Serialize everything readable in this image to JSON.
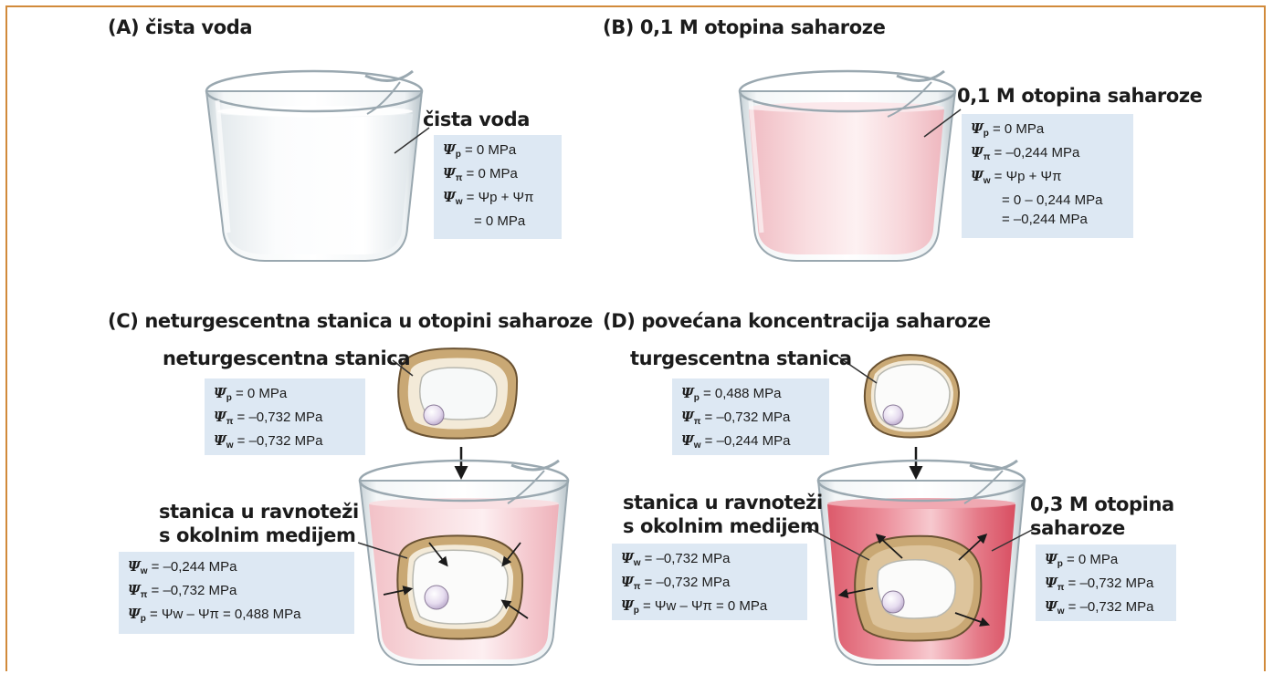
{
  "panels": {
    "A": {
      "title": "(A) čista voda",
      "label": "čista voda",
      "box": [
        {
          "s": "p",
          "t": " = 0 MPa"
        },
        {
          "s": "π",
          "t": " = 0 MPa"
        },
        {
          "s": "w",
          "t": " = Ψp + Ψπ"
        },
        {
          "s": "",
          "t": "= 0 MPa"
        }
      ]
    },
    "B": {
      "title": "(B) 0,1 M otopina saharoze",
      "label": "0,1 M otopina saharoze",
      "box": [
        {
          "s": "p",
          "t": " = 0 MPa"
        },
        {
          "s": "π",
          "t": " = –0,244 MPa"
        },
        {
          "s": "w",
          "t": " = Ψp + Ψπ"
        },
        {
          "s": "",
          "t": "= 0 – 0,244 MPa"
        },
        {
          "s": "",
          "t": "= –0,244 MPa"
        }
      ]
    },
    "C": {
      "title": "(C) neturgescentna stanica u otopini saharoze",
      "cell_label": "neturgescentna stanica",
      "eq_label_1": "stanica u ravnoteži",
      "eq_label_2": "s okolnim medijem",
      "box_top": [
        {
          "s": "p",
          "t": " = 0 MPa"
        },
        {
          "s": "π",
          "t": " = –0,732 MPa"
        },
        {
          "s": "w",
          "t": " = –0,732 MPa"
        }
      ],
      "box_bottom": [
        {
          "s": "w",
          "t": " = –0,244 MPa"
        },
        {
          "s": "π",
          "t": " = –0,732 MPa"
        },
        {
          "s": "p",
          "t": " = Ψw – Ψπ = 0,488 MPa"
        }
      ]
    },
    "D": {
      "title": "(D) povećana koncentracija saharoze",
      "cell_label": "turgescentna stanica",
      "eq_label_1": "stanica u ravnoteži",
      "eq_label_2": "s okolnim medijem",
      "solution_label_1": "0,3 M otopina",
      "solution_label_2": "saharoze",
      "box_top": [
        {
          "s": "p",
          "t": " = 0,488 MPa"
        },
        {
          "s": "π",
          "t": " = –0,732 MPa"
        },
        {
          "s": "w",
          "t": " = –0,244 MPa"
        }
      ],
      "box_bottom": [
        {
          "s": "w",
          "t": " = –0,732 MPa"
        },
        {
          "s": "π",
          "t": " = –0,732 MPa"
        },
        {
          "s": "p",
          "t": " = Ψw – Ψπ = 0 MPa"
        }
      ],
      "box_right": [
        {
          "s": "p",
          "t": " = 0 MPa"
        },
        {
          "s": "π",
          "t": " = –0,732 MPa"
        },
        {
          "s": "w",
          "t": " = –0,732 MPa"
        }
      ]
    }
  },
  "symbol": "Ψ",
  "colors": {
    "frame": "#d18a3b",
    "box": "#dde8f3",
    "water": "#f7f9fa",
    "sucrose_01": "#f6d2d6",
    "sucrose_03": "#e4707e",
    "cell_wall": "#c9a874"
  }
}
